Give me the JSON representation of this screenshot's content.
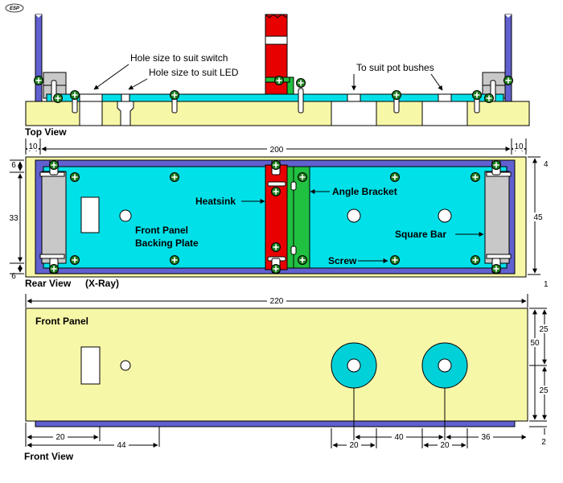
{
  "logo": "ESP",
  "colors": {
    "panel": "#f7f7a8",
    "plate": "#00e0e8",
    "heatsink": "#e80000",
    "bracket": "#20c040",
    "frame": "#6060d0",
    "bar": "#c8c8c8",
    "screw": "#208020",
    "outline": "#000000"
  },
  "top_view": {
    "title": "Top View",
    "notes": {
      "switch": "Hole size to suit switch",
      "led": "Hole size to suit LED",
      "pots": "To suit pot bushes"
    }
  },
  "rear_view": {
    "title": "Rear View",
    "subtitle": "(X-Ray)",
    "labels": {
      "heatsink": "Heatsink",
      "angle_bracket": "Angle Bracket",
      "plate_line1": "Front Panel",
      "plate_line2": "Backing Plate",
      "square_bar": "Square Bar",
      "screw": "Screw"
    },
    "dims": {
      "left": "10",
      "width": "200",
      "right": "10",
      "top_offset": "6",
      "inner_height": "33",
      "bottom_offset": "6",
      "top_right": "4",
      "height": "45",
      "bottom_right": "1"
    }
  },
  "front_view": {
    "title": "Front View",
    "panel_label": "Front Panel",
    "dims": {
      "width": "220",
      "upper": "25",
      "height": "50",
      "lower": "25",
      "base": "2",
      "switch_x": "20",
      "led_x": "44",
      "pot1_span": "20",
      "pot_spacing": "40",
      "pot2_span": "20",
      "right_edge": "36"
    }
  }
}
